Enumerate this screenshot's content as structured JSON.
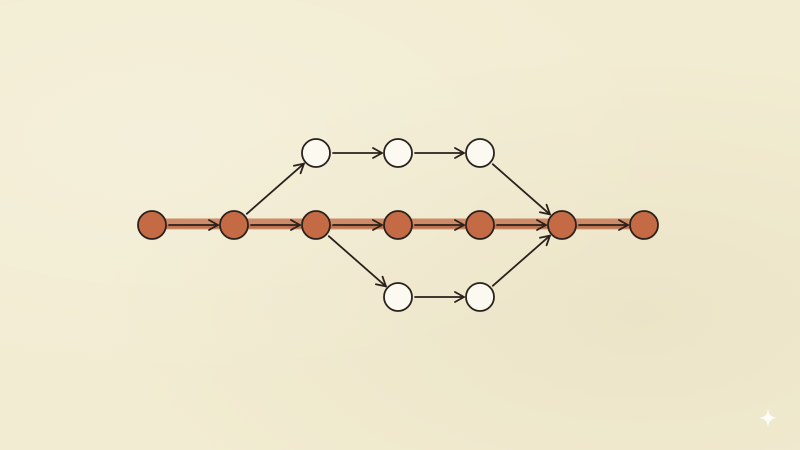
{
  "diagram": {
    "type": "directed-graph",
    "colors": {
      "background": "#f2ecd2",
      "critical_node_fill": "#c46a45",
      "critical_path_band": "#c97a55",
      "normal_node_fill": "#fbf9f0",
      "stroke": "#2a211c"
    },
    "nodes": [
      {
        "id": "m1",
        "on_critical_path": true
      },
      {
        "id": "m2",
        "on_critical_path": true
      },
      {
        "id": "m3",
        "on_critical_path": true
      },
      {
        "id": "m4",
        "on_critical_path": true
      },
      {
        "id": "m5",
        "on_critical_path": true
      },
      {
        "id": "m6",
        "on_critical_path": true
      },
      {
        "id": "m7",
        "on_critical_path": true
      },
      {
        "id": "u1",
        "on_critical_path": false
      },
      {
        "id": "u2",
        "on_critical_path": false
      },
      {
        "id": "u3",
        "on_critical_path": false
      },
      {
        "id": "l1",
        "on_critical_path": false
      },
      {
        "id": "l2",
        "on_critical_path": false
      }
    ],
    "edges": [
      {
        "from": "m1",
        "to": "m2"
      },
      {
        "from": "m2",
        "to": "m3"
      },
      {
        "from": "m3",
        "to": "m4"
      },
      {
        "from": "m4",
        "to": "m5"
      },
      {
        "from": "m5",
        "to": "m6"
      },
      {
        "from": "m6",
        "to": "m7"
      },
      {
        "from": "m2",
        "to": "u1"
      },
      {
        "from": "u1",
        "to": "u2"
      },
      {
        "from": "u2",
        "to": "u3"
      },
      {
        "from": "u3",
        "to": "m6"
      },
      {
        "from": "m3",
        "to": "l1"
      },
      {
        "from": "l1",
        "to": "l2"
      },
      {
        "from": "l2",
        "to": "m6"
      }
    ]
  },
  "icons": {
    "corner": "sparkle-icon"
  }
}
